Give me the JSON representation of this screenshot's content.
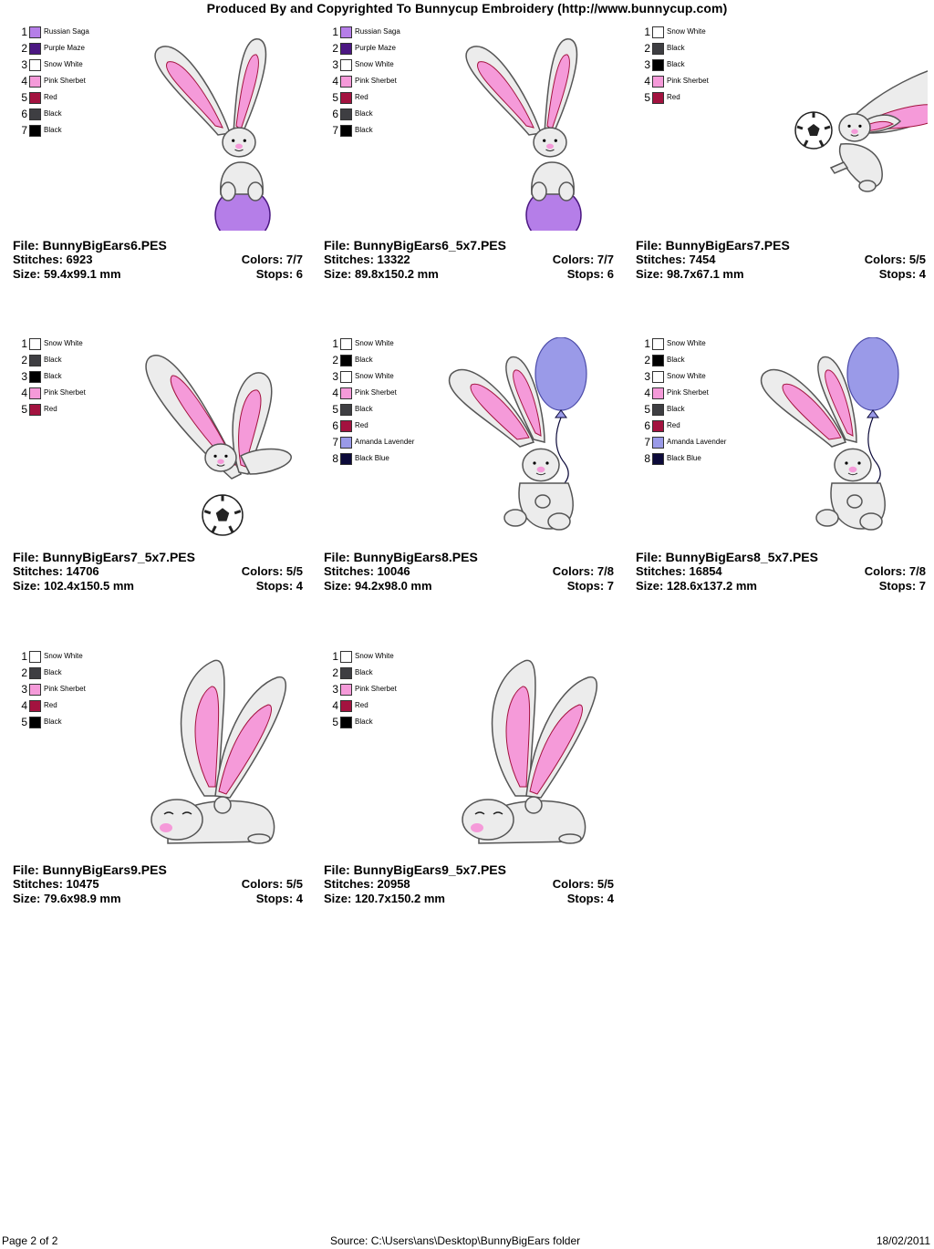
{
  "header": {
    "title": "Produced By and Copyrighted To Bunnycup Embroidery (http://www.bunnycup.com)"
  },
  "footer": {
    "page": "Page 2 of 2",
    "source": "Source: C:\\Users\\ans\\Desktop\\BunnyBigEars folder",
    "date": "18/02/2011"
  },
  "labels": {
    "file": "File: ",
    "stitches": "Stitches: ",
    "size": "Size: ",
    "colors": "Colors: ",
    "stops": "Stops: "
  },
  "designs": [
    {
      "file": "BunnyBigEars6.PES",
      "stitches": "6923",
      "colors": "7/7",
      "size": "59.4x99.1 mm",
      "stops": "6",
      "palette": [
        {
          "num": "1",
          "name": "Russian Saga",
          "color": "#b57ee8"
        },
        {
          "num": "2",
          "name": "Purple Maze",
          "color": "#4b1782"
        },
        {
          "num": "3",
          "name": "Snow White",
          "color": "#ffffff"
        },
        {
          "num": "4",
          "name": "Pink Sherbet",
          "color": "#f59ad9"
        },
        {
          "num": "5",
          "name": "Red",
          "color": "#a3123f"
        },
        {
          "num": "6",
          "name": "Black",
          "color": "#3e3e42"
        },
        {
          "num": "7",
          "name": "Black",
          "color": "#000000"
        }
      ]
    },
    {
      "file": "BunnyBigEars6_5x7.PES",
      "stitches": "13322",
      "colors": "7/7",
      "size": "89.8x150.2 mm",
      "stops": "6",
      "palette": [
        {
          "num": "1",
          "name": "Russian Saga",
          "color": "#b57ee8"
        },
        {
          "num": "2",
          "name": "Purple Maze",
          "color": "#4b1782"
        },
        {
          "num": "3",
          "name": "Snow White",
          "color": "#ffffff"
        },
        {
          "num": "4",
          "name": "Pink Sherbet",
          "color": "#f59ad9"
        },
        {
          "num": "5",
          "name": "Red",
          "color": "#a3123f"
        },
        {
          "num": "6",
          "name": "Black",
          "color": "#3e3e42"
        },
        {
          "num": "7",
          "name": "Black",
          "color": "#000000"
        }
      ]
    },
    {
      "file": "BunnyBigEars7.PES",
      "stitches": "7454",
      "colors": "5/5",
      "size": "98.7x67.1 mm",
      "stops": "4",
      "palette": [
        {
          "num": "1",
          "name": "Snow White",
          "color": "#ffffff"
        },
        {
          "num": "2",
          "name": "Black",
          "color": "#3e3e42"
        },
        {
          "num": "3",
          "name": "Black",
          "color": "#000000"
        },
        {
          "num": "4",
          "name": "Pink Sherbet",
          "color": "#f59ad9"
        },
        {
          "num": "5",
          "name": "Red",
          "color": "#a3123f"
        }
      ]
    },
    {
      "file": "BunnyBigEars7_5x7.PES",
      "stitches": "14706",
      "colors": "5/5",
      "size": "102.4x150.5 mm",
      "stops": "4",
      "palette": [
        {
          "num": "1",
          "name": "Snow White",
          "color": "#ffffff"
        },
        {
          "num": "2",
          "name": "Black",
          "color": "#3e3e42"
        },
        {
          "num": "3",
          "name": "Black",
          "color": "#000000"
        },
        {
          "num": "4",
          "name": "Pink Sherbet",
          "color": "#f59ad9"
        },
        {
          "num": "5",
          "name": "Red",
          "color": "#a3123f"
        }
      ]
    },
    {
      "file": "BunnyBigEars8.PES",
      "stitches": "10046",
      "colors": "7/8",
      "size": "94.2x98.0 mm",
      "stops": "7",
      "palette": [
        {
          "num": "1",
          "name": "Snow White",
          "color": "#ffffff"
        },
        {
          "num": "2",
          "name": "Black",
          "color": "#000000"
        },
        {
          "num": "3",
          "name": "Snow White",
          "color": "#ffffff"
        },
        {
          "num": "4",
          "name": "Pink Sherbet",
          "color": "#f59ad9"
        },
        {
          "num": "5",
          "name": "Black",
          "color": "#3e3e42"
        },
        {
          "num": "6",
          "name": "Red",
          "color": "#a3123f"
        },
        {
          "num": "7",
          "name": "Amanda Lavender",
          "color": "#9a9ae8"
        },
        {
          "num": "8",
          "name": "Black Blue",
          "color": "#0c0a3a"
        }
      ]
    },
    {
      "file": "BunnyBigEars8_5x7.PES",
      "stitches": "16854",
      "colors": "7/8",
      "size": "128.6x137.2 mm",
      "stops": "7",
      "palette": [
        {
          "num": "1",
          "name": "Snow White",
          "color": "#ffffff"
        },
        {
          "num": "2",
          "name": "Black",
          "color": "#000000"
        },
        {
          "num": "3",
          "name": "Snow White",
          "color": "#ffffff"
        },
        {
          "num": "4",
          "name": "Pink Sherbet",
          "color": "#f59ad9"
        },
        {
          "num": "5",
          "name": "Black",
          "color": "#3e3e42"
        },
        {
          "num": "6",
          "name": "Red",
          "color": "#a3123f"
        },
        {
          "num": "7",
          "name": "Amanda Lavender",
          "color": "#9a9ae8"
        },
        {
          "num": "8",
          "name": "Black Blue",
          "color": "#0c0a3a"
        }
      ]
    },
    {
      "file": "BunnyBigEars9.PES",
      "stitches": "10475",
      "colors": "5/5",
      "size": "79.6x98.9 mm",
      "stops": "4",
      "palette": [
        {
          "num": "1",
          "name": "Snow White",
          "color": "#ffffff"
        },
        {
          "num": "2",
          "name": "Black",
          "color": "#3e3e42"
        },
        {
          "num": "3",
          "name": "Pink Sherbet",
          "color": "#f59ad9"
        },
        {
          "num": "4",
          "name": "Red",
          "color": "#a3123f"
        },
        {
          "num": "5",
          "name": "Black",
          "color": "#000000"
        }
      ]
    },
    {
      "file": "BunnyBigEars9_5x7.PES",
      "stitches": "20958",
      "colors": "5/5",
      "size": "120.7x150.2 mm",
      "stops": "4",
      "palette": [
        {
          "num": "1",
          "name": "Snow White",
          "color": "#ffffff"
        },
        {
          "num": "2",
          "name": "Black",
          "color": "#3e3e42"
        },
        {
          "num": "3",
          "name": "Pink Sherbet",
          "color": "#f59ad9"
        },
        {
          "num": "4",
          "name": "Red",
          "color": "#a3123f"
        },
        {
          "num": "5",
          "name": "Black",
          "color": "#000000"
        }
      ]
    }
  ]
}
